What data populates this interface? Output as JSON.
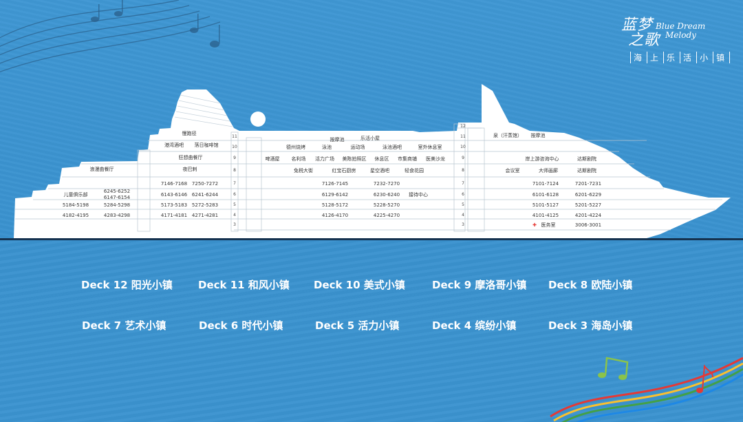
{
  "logo": {
    "cn_line1": "蓝梦",
    "cn_line2": "之歌",
    "en_line1": "Blue Dream",
    "en_line2": "Melody",
    "subtitle": [
      "海",
      "上",
      "乐",
      "活",
      "小",
      "镇"
    ]
  },
  "deck_numbers_fwd": [
    "11",
    "10",
    "9",
    "8",
    "7",
    "6",
    "5",
    "4",
    "3"
  ],
  "deck_numbers_mid": [
    "12",
    "11",
    "10",
    "9",
    "8",
    "7",
    "6",
    "5",
    "4",
    "3"
  ],
  "aft": {
    "d11": "慢跑径",
    "d10a": "港湾酒吧",
    "d10b": "落日咖啡馆",
    "d9": "狂想曲餐厅",
    "d8a": "浪漫曲餐厅",
    "d8b": "夜巴剌",
    "d7a": "7146-7168",
    "d7b": "7250-7272",
    "d6a": "儿童俱乐部",
    "d6b": "6245-6252",
    "d6c": "6147-6154",
    "d6d": "6143-6146",
    "d6e": "6241-6244",
    "d5a": "5184-5198",
    "d5b": "5284-5298",
    "d5c": "5173-5183",
    "d5d": "5272-5283",
    "d4a": "4182-4195",
    "d4b": "4283-4298",
    "d4c": "4171-4181",
    "d4d": "4271-4281"
  },
  "mid": {
    "d11a": "按摩池",
    "d11b": "乐活小屋",
    "d10": [
      "德州烧烤",
      "泳池",
      "运动场",
      "泳池酒吧",
      "室外休息室"
    ],
    "d9": [
      "啤酒屋",
      "名利场",
      "活力广场",
      "美陈拍照区",
      "休息区",
      "市集商铺",
      "医美沙龙"
    ],
    "d8": [
      "免税大街",
      "红宝石厨房",
      "星空酒吧",
      "轻食花园"
    ],
    "d7a": "7126-7145",
    "d7b": "7232-7270",
    "d6a": "6129-6142",
    "d6b": "6230-6240",
    "d6c": "接待中心",
    "d5a": "5128-5172",
    "d5b": "5228-5270",
    "d4a": "4126-4170",
    "d4b": "4225-4270"
  },
  "fwd": {
    "d11a": "泉（汗蒸馆）",
    "d11b": "按摩池",
    "d9a": "岸上游咨询中心",
    "d9b": "达斯剧院",
    "d8a": "会议室",
    "d8b": "大师画廊",
    "d8c": "达斯剧院",
    "d7a": "7101-7124",
    "d7b": "7201-7231",
    "d6a": "6101-6128",
    "d6b": "6201-6229",
    "d5a": "5101-5127",
    "d5b": "5201-5227",
    "d4a": "4101-4125",
    "d4b": "4201-4224",
    "d3_cross": "✚",
    "d3a": "医务室",
    "d3b": "3006-3001"
  },
  "towns_row1": [
    "Deck 12  阳光小镇",
    "Deck 11 和风小镇",
    "Deck 10 美式小镇",
    "Deck 9 摩洛哥小镇",
    "Deck 8 欧陆小镇"
  ],
  "towns_row2": [
    "Deck 7 艺术小镇",
    "Deck 6 时代小镇",
    "Deck 5 活力小镇",
    "Deck 4 缤纷小镇",
    "Deck 3 海岛小镇"
  ],
  "colors": {
    "sky": "#3f97d3",
    "sea": "#3b93d0",
    "ship": "#ffffff",
    "waterline": "#15324f",
    "text_dark": "#333333"
  }
}
